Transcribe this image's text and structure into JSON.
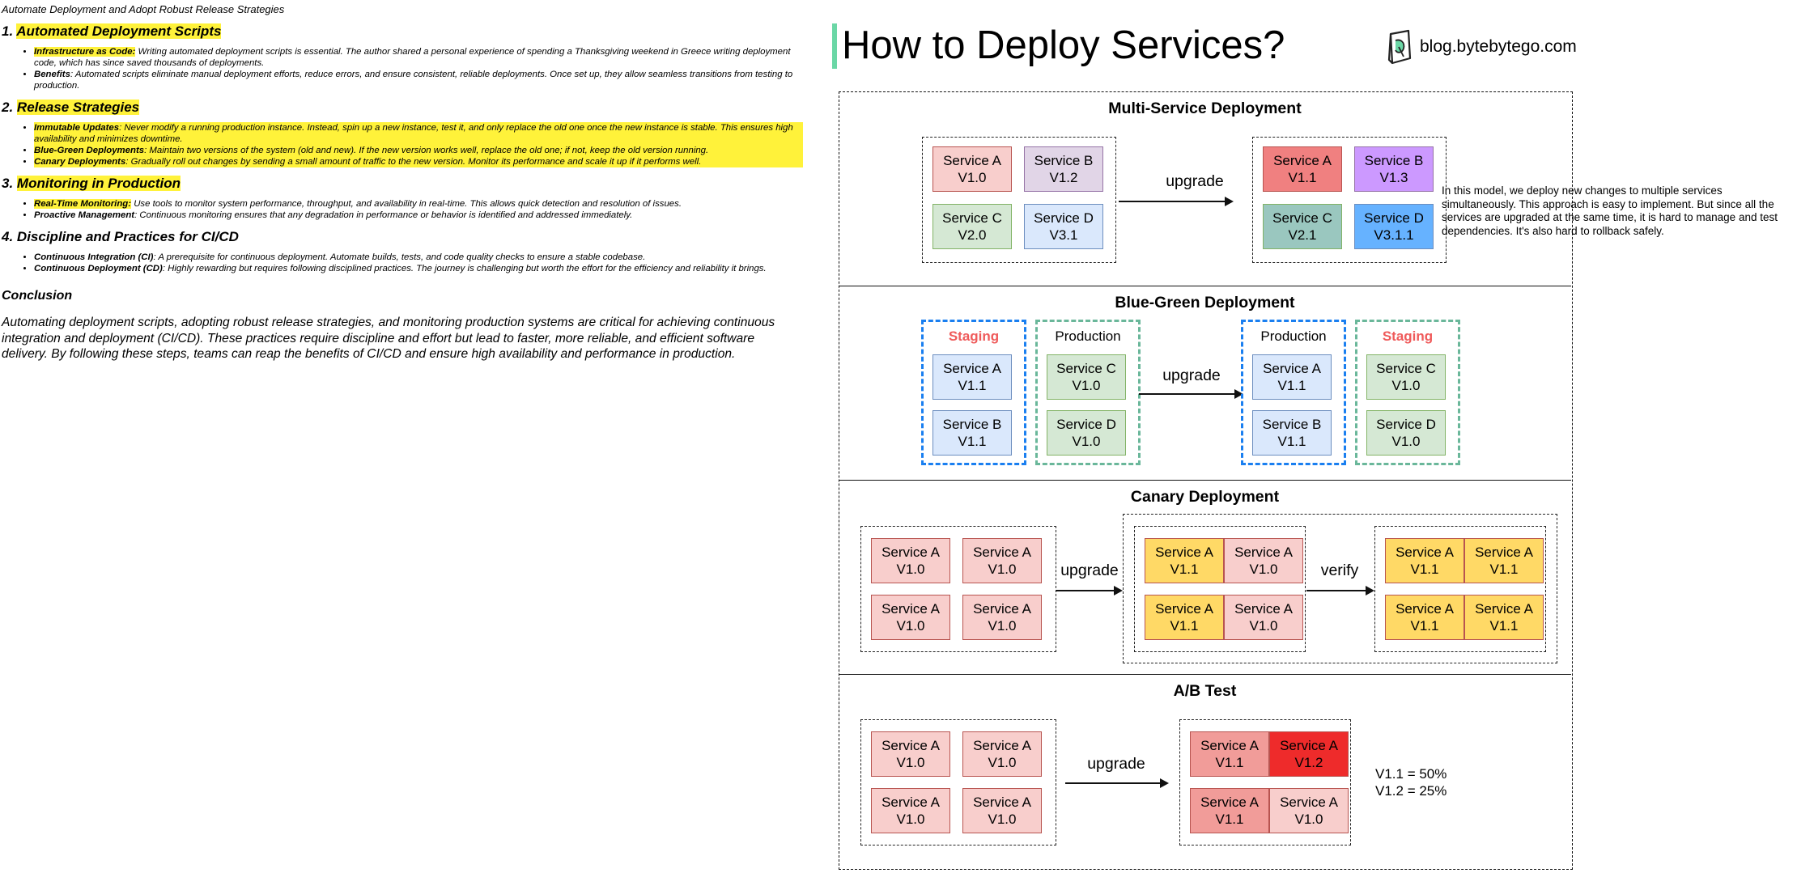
{
  "doc": {
    "title": "Automate Deployment and Adopt Robust Release Strategies",
    "sections": [
      {
        "number": "1.",
        "heading": "Automated Deployment Scripts",
        "items": [
          {
            "term": "Infrastructure as Code:",
            "text": " Writing automated deployment scripts is essential. The author shared a personal experience of spending a Thanksgiving weekend in Greece writing deployment code, which has since saved thousands of deployments."
          },
          {
            "term": "Benefits",
            "text": ": Automated scripts eliminate manual deployment efforts, reduce errors, and ensure consistent, reliable deployments. Once set up, they allow seamless transitions from testing to production."
          }
        ]
      },
      {
        "number": "2.",
        "heading": "Release Strategies",
        "items": [
          {
            "term": "Immutable Updates",
            "text": ": Never modify a running production instance. Instead, spin up a new instance, test it, and only replace the old one once the new instance is stable. This ensures high availability and minimizes downtime."
          },
          {
            "term": "Blue-Green Deployments",
            "text": ": Maintain two versions of the system (old and new). If the new version works well, replace the old one; if not, keep the old version running."
          },
          {
            "term": "Canary Deployments",
            "text": ": Gradually roll out changes by sending a small amount of traffic to the new version. Monitor its performance and scale it up if it performs well."
          }
        ]
      },
      {
        "number": "3.",
        "heading": "Monitoring in Production",
        "items": [
          {
            "term": "Real-Time Monitoring:",
            "text": " Use tools to monitor system performance, throughput, and availability in real-time. This allows quick detection and resolution of issues."
          },
          {
            "term": "Proactive Management",
            "text": ": Continuous monitoring ensures that any degradation in performance or behavior is identified and addressed immediately."
          }
        ]
      },
      {
        "number": "4.",
        "heading": "Discipline and Practices for CI/CD",
        "items": [
          {
            "term": "Continuous Integration (CI)",
            "text": ": A prerequisite for continuous deployment. Automate builds, tests, and code quality checks to ensure a stable codebase."
          },
          {
            "term": "Continuous Deployment (CD)",
            "text": ": Highly rewarding but requires following disciplined practices. The journey is challenging but worth the effort for the efficiency and reliability it brings."
          }
        ]
      }
    ],
    "conclusion_heading": "Conclusion",
    "conclusion_text": "Automating deployment scripts, adopting robust release strategies, and monitoring production systems are critical for achieving continuous integration and deployment (CI/CD). These practices require discipline and effort but lead to faster, more reliable, and efficient software delivery. By following these steps, teams can reap the benefits of CI/CD and ensure high availability and performance in production."
  },
  "diagram": {
    "title": "How to Deploy Services?",
    "brand": "blog.bytebytego.com",
    "accent_color": "#6bd7a6",
    "sections": {
      "multi": {
        "title": "Multi-Service Deployment",
        "arrow": "upgrade",
        "before": [
          {
            "name": "Service A",
            "ver": "V1.0",
            "color": "pink"
          },
          {
            "name": "Service B",
            "ver": "V1.2",
            "color": "lavender"
          },
          {
            "name": "Service C",
            "ver": "V2.0",
            "color": "green"
          },
          {
            "name": "Service D",
            "ver": "V3.1",
            "color": "blue"
          }
        ],
        "after": [
          {
            "name": "Service A",
            "ver": "V1.1",
            "color": "red"
          },
          {
            "name": "Service B",
            "ver": "V1.3",
            "color": "purple"
          },
          {
            "name": "Service C",
            "ver": "V2.1",
            "color": "teal"
          },
          {
            "name": "Service D",
            "ver": "V3.1.1",
            "color": "sky"
          }
        ],
        "note": "In this model, we deploy new changes to multiple services simultaneously. This approach is easy to implement. But since all the services are upgraded at the same time, it is hard to manage and test dependencies. It's also hard to rollback safely."
      },
      "bluegreen": {
        "title": "Blue-Green Deployment",
        "arrow": "upgrade",
        "staging_label": "Staging",
        "production_label": "Production",
        "staging_before": [
          {
            "name": "Service A",
            "ver": "V1.1"
          },
          {
            "name": "Service B",
            "ver": "V1.1"
          }
        ],
        "production_before": [
          {
            "name": "Service C",
            "ver": "V1.0"
          },
          {
            "name": "Service D",
            "ver": "V1.0"
          }
        ],
        "production_after": [
          {
            "name": "Service A",
            "ver": "V1.1"
          },
          {
            "name": "Service B",
            "ver": "V1.1"
          }
        ],
        "staging_after": [
          {
            "name": "Service C",
            "ver": "V1.0"
          },
          {
            "name": "Service D",
            "ver": "V1.0"
          }
        ]
      },
      "canary": {
        "title": "Canary Deployment",
        "arrow_upgrade": "upgrade",
        "arrow_verify": "verify",
        "stage1": [
          {
            "name": "Service A",
            "ver": "V1.0",
            "color": "pink"
          },
          {
            "name": "Service A",
            "ver": "V1.0",
            "color": "pink"
          },
          {
            "name": "Service A",
            "ver": "V1.0",
            "color": "pink"
          },
          {
            "name": "Service A",
            "ver": "V1.0",
            "color": "pink"
          }
        ],
        "stage2": [
          {
            "name": "Service A",
            "ver": "V1.1",
            "color": "gold"
          },
          {
            "name": "Service A",
            "ver": "V1.0",
            "color": "pink"
          },
          {
            "name": "Service A",
            "ver": "V1.1",
            "color": "gold"
          },
          {
            "name": "Service A",
            "ver": "V1.0",
            "color": "pink"
          }
        ],
        "stage3": [
          {
            "name": "Service A",
            "ver": "V1.1",
            "color": "gold"
          },
          {
            "name": "Service A",
            "ver": "V1.1",
            "color": "gold"
          },
          {
            "name": "Service A",
            "ver": "V1.1",
            "color": "gold"
          },
          {
            "name": "Service A",
            "ver": "V1.1",
            "color": "gold"
          }
        ]
      },
      "ab": {
        "title": "A/B Test",
        "arrow": "upgrade",
        "before": [
          {
            "name": "Service A",
            "ver": "V1.0",
            "color": "pink"
          },
          {
            "name": "Service A",
            "ver": "V1.0",
            "color": "pink"
          },
          {
            "name": "Service A",
            "ver": "V1.0",
            "color": "pink"
          },
          {
            "name": "Service A",
            "ver": "V1.0",
            "color": "pink"
          }
        ],
        "after": [
          {
            "name": "Service A",
            "ver": "V1.1",
            "color": "salmon"
          },
          {
            "name": "Service A",
            "ver": "V1.2",
            "color": "bright-red"
          },
          {
            "name": "Service A",
            "ver": "V1.1",
            "color": "salmon"
          },
          {
            "name": "Service A",
            "ver": "V1.0",
            "color": "pink"
          }
        ],
        "stats": [
          "V1.1 = 50%",
          "V1.2 = 25%"
        ]
      }
    }
  }
}
